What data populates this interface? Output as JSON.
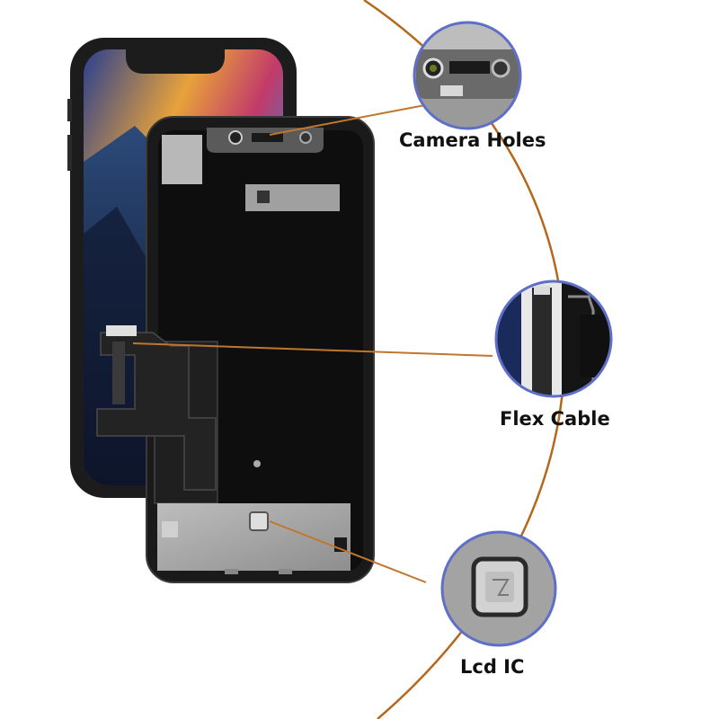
{
  "callouts": {
    "camera": {
      "label": "Camera Holes"
    },
    "flex": {
      "label": "Flex Cable"
    },
    "lcd": {
      "label": "Lcd IC"
    }
  },
  "colors": {
    "arc": "#b5671c",
    "leader": "#c0772c",
    "lens_ring": "#5f6fc8",
    "phone_frame": "#1c1c1c",
    "back_panel": "#0e0e0e",
    "metal": "#a6a6a6"
  },
  "icons": [
    "camera-holes-closeup",
    "flex-cable-closeup",
    "lcd-ic-closeup"
  ]
}
